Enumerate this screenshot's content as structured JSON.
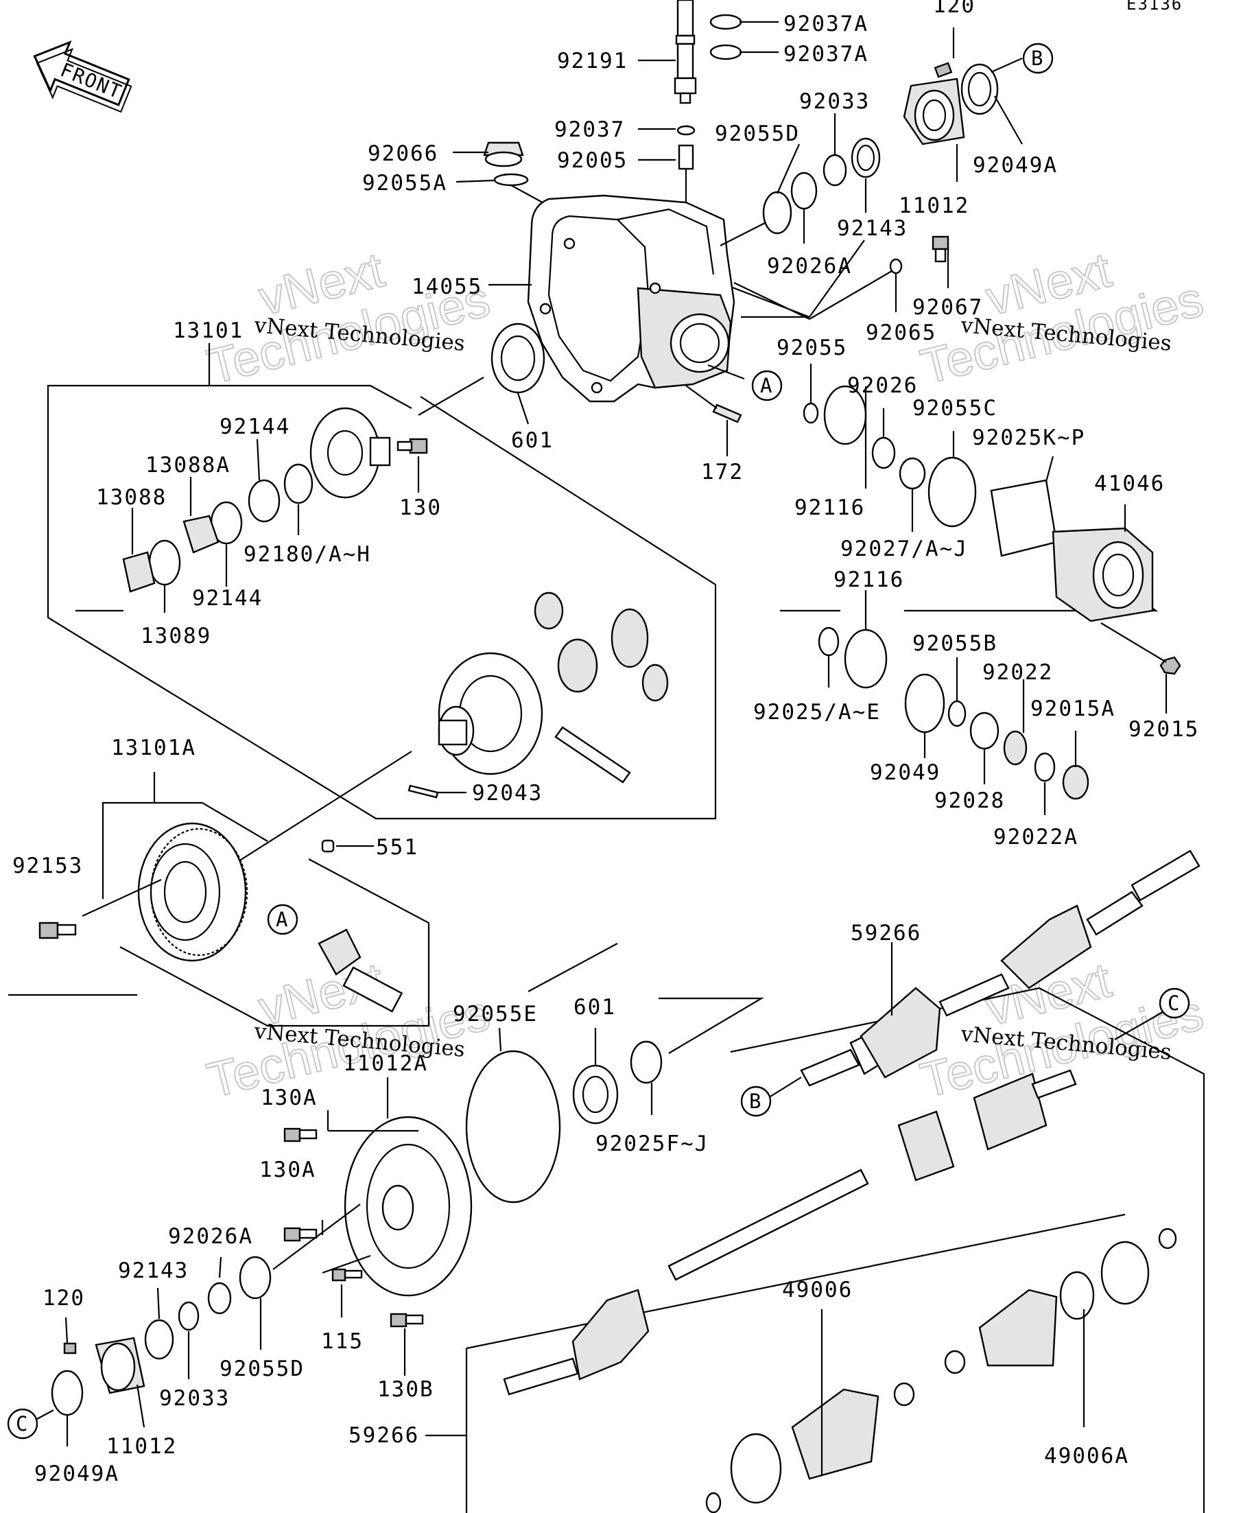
{
  "diagram_code": "E3136",
  "front_arrow": "FRONT",
  "watermark": {
    "brand": "vNext",
    "company": "vNext Technologies",
    "word": "Technologies"
  },
  "refs": [
    "A",
    "B",
    "C"
  ],
  "labels": {
    "p92037A_1": "92037A",
    "p92037A_2": "92037A",
    "p92191": "92191",
    "p120_top": "120",
    "p92037": "92037",
    "p92005": "92005",
    "p92066": "92066",
    "p92055A": "92055A",
    "p92055D_top": "92055D",
    "p92033_top": "92033",
    "p92049A_top": "92049A",
    "p11012_top": "11012",
    "p92143_top": "92143",
    "p92026A_top": "92026A",
    "p92067": "92067",
    "p92065": "92065",
    "p14055": "14055",
    "p13101": "13101",
    "p601_top": "601",
    "p172": "172",
    "p92055": "92055",
    "p92026": "92026",
    "p92055C": "92055C",
    "p92025KP": "92025K~P",
    "p92144_a": "92144",
    "p13088A": "13088A",
    "p13088": "13088",
    "p130": "130",
    "p92116_a": "92116",
    "p41046": "41046",
    "p92180AH": "92180/A~H",
    "p92144_b": "92144",
    "p13089": "13089",
    "p92027AJ": "92027/A~J",
    "p92116_b": "92116",
    "p92055B": "92055B",
    "p92022": "92022",
    "p92025AE": "92025/A~E",
    "p92015A": "92015A",
    "p92015": "92015",
    "p92049": "92049",
    "p92028": "92028",
    "p92043": "92043",
    "p92022A": "92022A",
    "p13101A": "13101A",
    "p551": "551",
    "p92153": "92153",
    "p59266_top": "59266",
    "p92055E": "92055E",
    "p601_bot": "601",
    "p92025FJ": "92025F~J",
    "p130A_1": "130A",
    "p11012A": "11012A",
    "p130A_2": "130A",
    "p92026A_bot": "92026A",
    "p92143_bot": "92143",
    "p120_bot": "120",
    "p115": "115",
    "p92055D_bot": "92055D",
    "p92033_bot": "92033",
    "p130B": "130B",
    "p11012_bot": "11012",
    "p92049A_bot": "92049A",
    "p49006": "49006",
    "p49006A": "49006A",
    "p59266_bot": "59266"
  }
}
